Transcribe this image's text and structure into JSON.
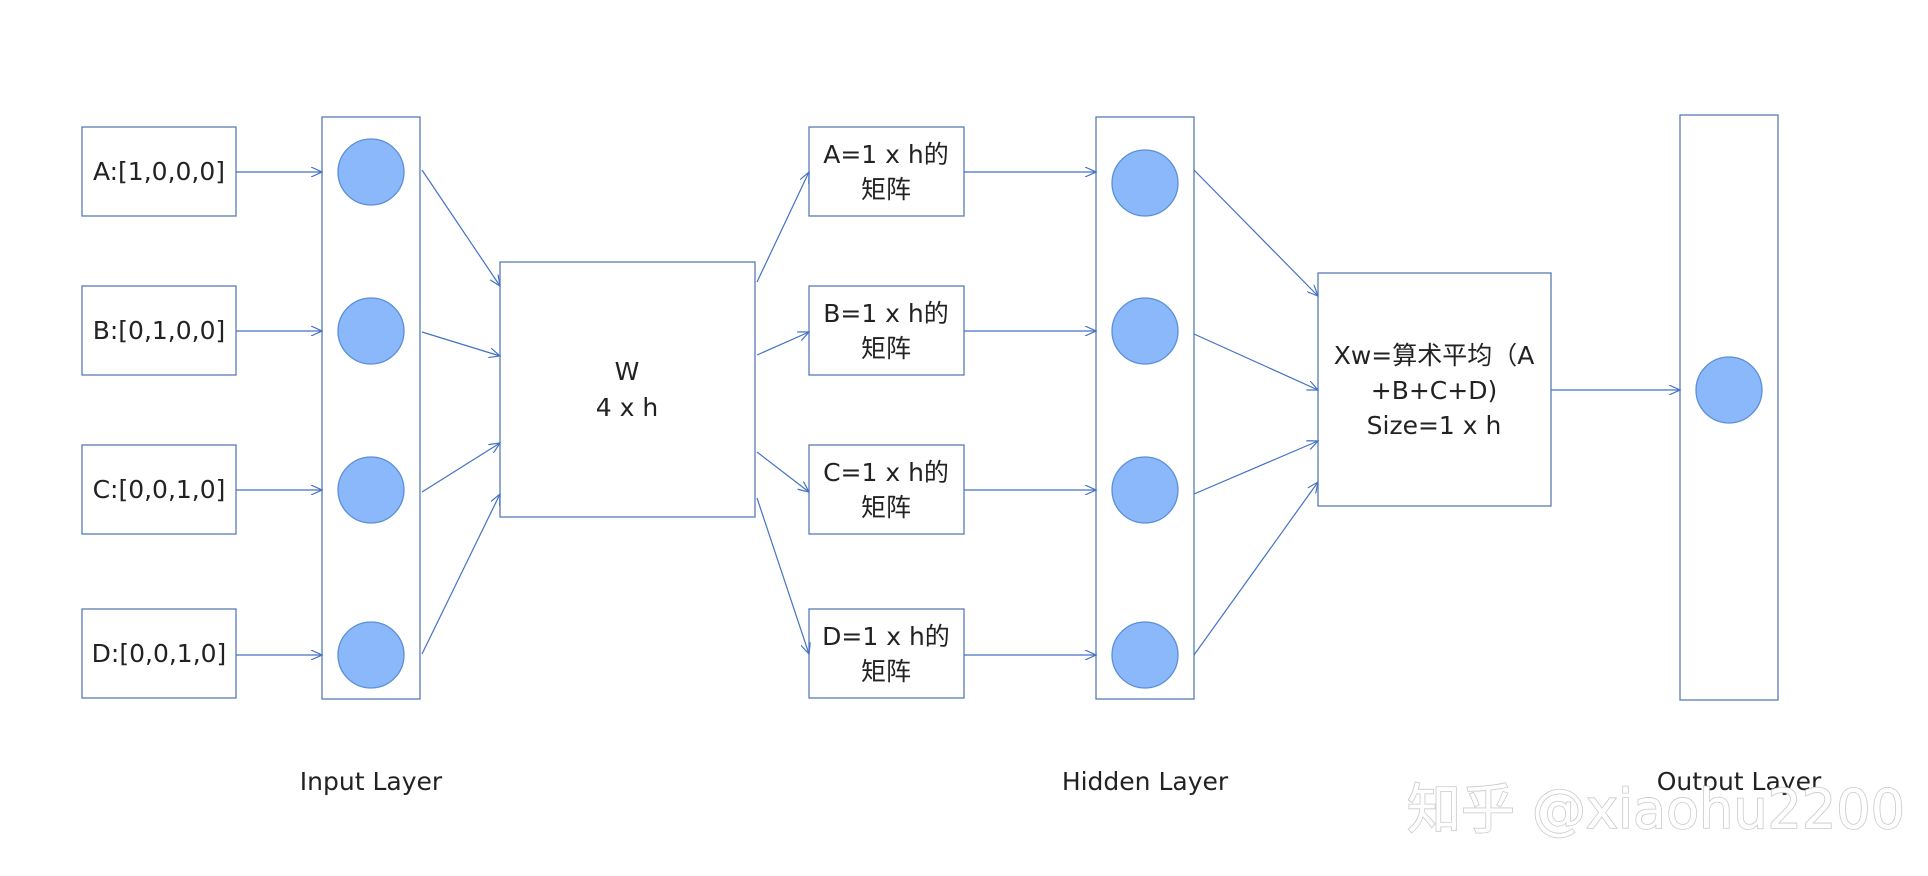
{
  "inputs": [
    {
      "label": "A:[1,0,0,0]"
    },
    {
      "label": "B:[0,1,0,0]"
    },
    {
      "label": "C:[0,0,1,0]"
    },
    {
      "label": "D:[0,0,1,0]"
    }
  ],
  "weight": {
    "line1": "W",
    "line2": "4 x h"
  },
  "hidden_boxes": [
    {
      "line1": "A=1 x h的",
      "line2": "矩阵"
    },
    {
      "line1": "B=1 x h的",
      "line2": "矩阵"
    },
    {
      "line1": "C=1 x h的",
      "line2": "矩阵"
    },
    {
      "line1": "D=1 x h的",
      "line2": "矩阵"
    }
  ],
  "average": {
    "line1": "Xw=算术平均（A",
    "line2": "+B+C+D)",
    "line3": "Size=1 x h"
  },
  "layers": {
    "input": "Input Layer",
    "hidden": "Hidden Layer",
    "output": "Output Layer"
  },
  "watermark": "知乎 @xiaohu2200",
  "colors": {
    "line": "#4472c4",
    "node_fill": "#8ab8fa",
    "node_stroke": "#5b8fd6",
    "box_stroke": "#5a7bb5"
  }
}
